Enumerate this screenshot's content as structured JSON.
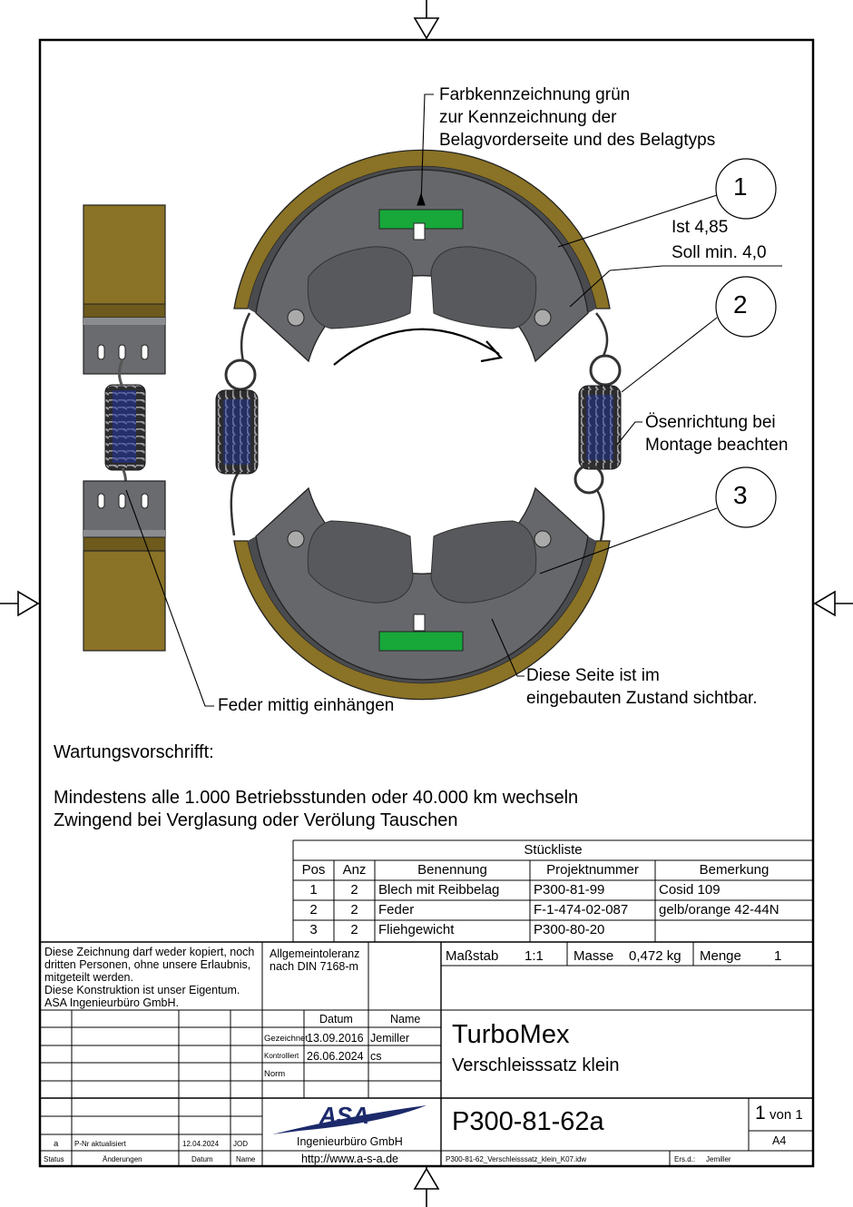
{
  "callouts": {
    "color_mark": [
      "Farbkennzeichnung grün",
      "zur Kennzeichnung der",
      "Belagvorderseite und des Belagtyps"
    ],
    "thickness_actual": "Ist 4,85",
    "thickness_target": "Soll min. 4,0",
    "eyelet": [
      "Ösenrichtung bei",
      "Montage beachten"
    ],
    "visible_side": [
      "Diese Seite ist im",
      "eingebauten Zustand sichtbar."
    ],
    "spring_center": "Feder mittig einhängen",
    "balloons": [
      "1",
      "2",
      "3"
    ]
  },
  "maintenance": {
    "title": "Wartungsvorschrifft:",
    "line1": "Mindestens alle 1.000 Betriebsstunden oder 40.000 km wechseln",
    "line2": "Zwingend bei Verglasung oder Verölung Tauschen"
  },
  "parts_list": {
    "title": "Stückliste",
    "headers": [
      "Pos",
      "Anz",
      "Benennung",
      "Projektnummer",
      "Bemerkung"
    ],
    "rows": [
      [
        "1",
        "2",
        "Blech mit Reibbelag",
        "P300-81-99",
        "Cosid 109"
      ],
      [
        "2",
        "2",
        "Feder",
        "F-1-474-02-087",
        "gelb/orange 42-44N"
      ],
      [
        "3",
        "2",
        "Fliehgewicht",
        "P300-80-20",
        ""
      ]
    ]
  },
  "title_block": {
    "copyright": [
      "Diese Zeichnung darf weder kopiert, noch",
      "dritten Personen, ohne unsere Erlaubnis,",
      "mitgeteilt werden.",
      "Diese Konstruktion ist unser Eigentum.",
      "ASA Ingenieurbüro GmbH."
    ],
    "tolerance": [
      "Allgemeintoleranz",
      "nach DIN 7168-m"
    ],
    "scale_label": "Maßstab",
    "scale_value": "1:1",
    "mass_label": "Masse",
    "mass_value": "0,472 kg",
    "qty_label": "Menge",
    "qty_value": "1",
    "col_date": "Datum",
    "col_name": "Name",
    "drawn_label": "Gezeichnet",
    "drawn_date": "13.09.2016",
    "drawn_name": "Jemiller",
    "checked_label": "Kontrolliert",
    "checked_date": "26.06.2024",
    "checked_name": "cs",
    "norm_label": "Norm",
    "project": "TurboMex",
    "description": "Verschleisssatz klein",
    "drawing_number": "P300-81-62a",
    "sheet_num": "1",
    "sheet_of": "von 1",
    "format": "A4",
    "company_logo_text": "ASA",
    "company": "Ingenieurbüro GmbH",
    "website": "http://www.a-s-a.de",
    "filename": "P300-81-62_Verschleisssatz_klein_K07.idw",
    "replaces_label": "Ers.d.:",
    "replaces_value": "Jemiller",
    "revision": {
      "status": "a",
      "change": "P-Nr aktualisiert",
      "date": "12.04.2024",
      "name": "JOD"
    },
    "rev_headers": {
      "status": "Status",
      "change": "Änderungen",
      "date": "Datum",
      "name": "Name"
    }
  },
  "colors": {
    "lining": "#8a7226",
    "plate": "#66676b",
    "spring_dark": "#3a3a3c",
    "spring_blue": "#1f2f9a",
    "mark_green": "#18a83a"
  },
  "icons": [
    "centering-arrow-icon",
    "rotation-arrow-icon",
    "asa-logo"
  ]
}
